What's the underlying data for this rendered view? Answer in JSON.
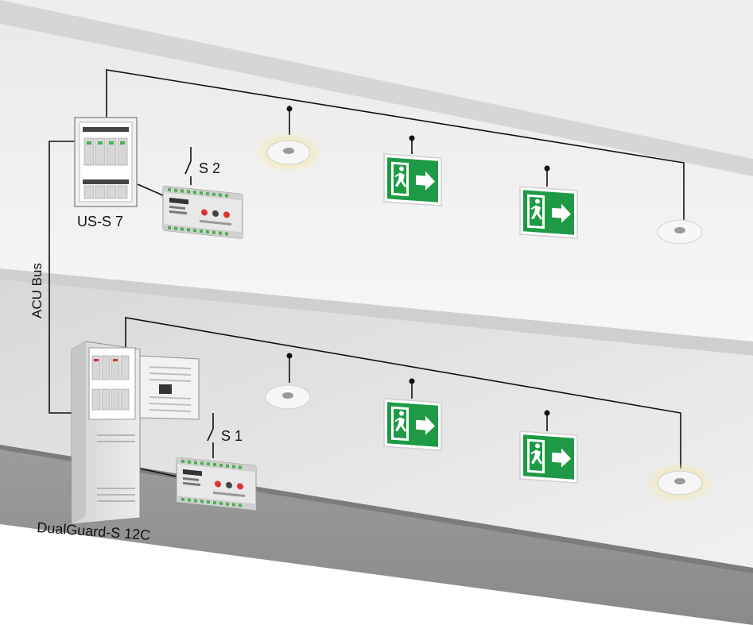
{
  "labels": {
    "panel_upper": "US-S 7",
    "panel_lower": "DualGuard-S 12C",
    "bus": "ACU Bus",
    "switch_upper": "S 2",
    "switch_lower": "S 1"
  },
  "floors": [
    {
      "name": "upper",
      "fixtures": [
        {
          "kind": "ceiling-light",
          "lit": true
        },
        {
          "kind": "exit-sign",
          "direction": "right"
        },
        {
          "kind": "exit-sign",
          "direction": "right"
        },
        {
          "kind": "ceiling-light",
          "lit": false
        }
      ]
    },
    {
      "name": "lower",
      "fixtures": [
        {
          "kind": "ceiling-light",
          "lit": false
        },
        {
          "kind": "exit-sign",
          "direction": "right"
        },
        {
          "kind": "exit-sign",
          "direction": "right"
        },
        {
          "kind": "ceiling-light",
          "lit": true
        }
      ]
    }
  ],
  "colors": {
    "exit_green": "#1e9a45",
    "wire": "#111111",
    "ceiling_light": "#f2f2f2",
    "floor_slab": "#9a9a9a"
  }
}
